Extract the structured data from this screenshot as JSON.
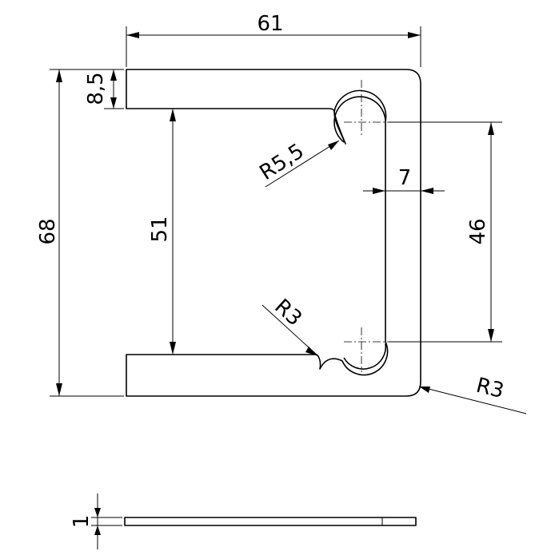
{
  "drawing": {
    "dimensions": {
      "overall_width": "61",
      "overall_height": "68",
      "top_flange_height": "8,5",
      "opening_height": "51",
      "slot_center_distance": "46",
      "web_width": "7",
      "slot_radius": "R5,5",
      "inner_fillet_radius": "R3",
      "outer_corner_radius": "R3",
      "thickness": "1"
    }
  }
}
